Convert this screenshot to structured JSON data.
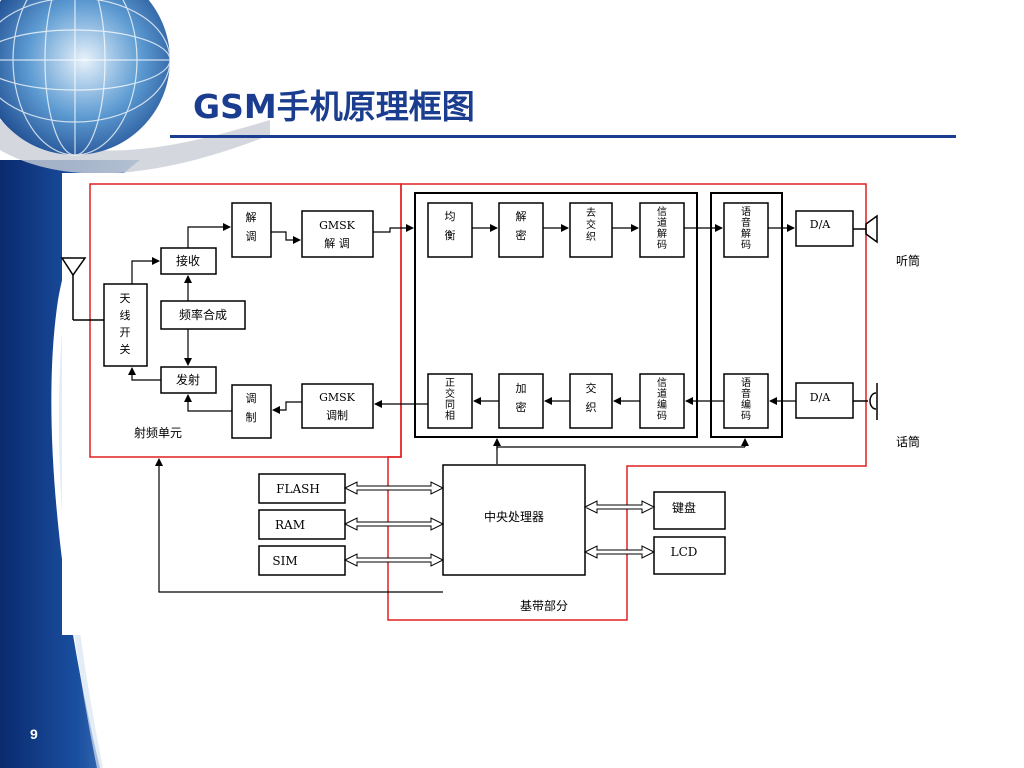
{
  "slide": {
    "title": "GSM手机原理框图",
    "page_number": "9"
  },
  "diagram": {
    "rf": {
      "antenna_switch": [
        "天",
        "线",
        "开",
        "关"
      ],
      "receive": "接收",
      "freq_synth": "频率合成",
      "transmit": "发射",
      "demod": [
        "解",
        "调"
      ],
      "gmsk_demod": [
        "GMSK",
        "解 调"
      ],
      "mod": [
        "调",
        "制"
      ],
      "gmsk_mod": [
        "GMSK",
        "调制"
      ],
      "unit_label": "射频单元"
    },
    "dsp_rx": {
      "equalize": [
        "均",
        "衡"
      ],
      "decrypt": [
        "解",
        "密"
      ],
      "deinterleave": [
        "去",
        "交",
        "织"
      ],
      "channel_decode": [
        "信",
        "道",
        "解",
        "码"
      ]
    },
    "dsp_tx": {
      "iq": [
        "正",
        "交",
        "同",
        "相"
      ],
      "encrypt": [
        "加",
        "密"
      ],
      "interleave": [
        "交",
        "织"
      ],
      "channel_encode": [
        "信",
        "道",
        "编",
        "码"
      ]
    },
    "speech": {
      "decode": [
        "语",
        "音",
        "解",
        "码"
      ],
      "encode": [
        "语",
        "音",
        "编",
        "码"
      ],
      "da_top": "D/A",
      "da_bottom": "D/A",
      "earpiece": "听筒",
      "microphone": "话筒"
    },
    "baseband": {
      "cpu": "中央处理器",
      "flash": "FLASH",
      "ram": "RAM",
      "sim": "SIM",
      "keyboard": "键盘",
      "lcd": "LCD",
      "label": "基带部分"
    }
  }
}
